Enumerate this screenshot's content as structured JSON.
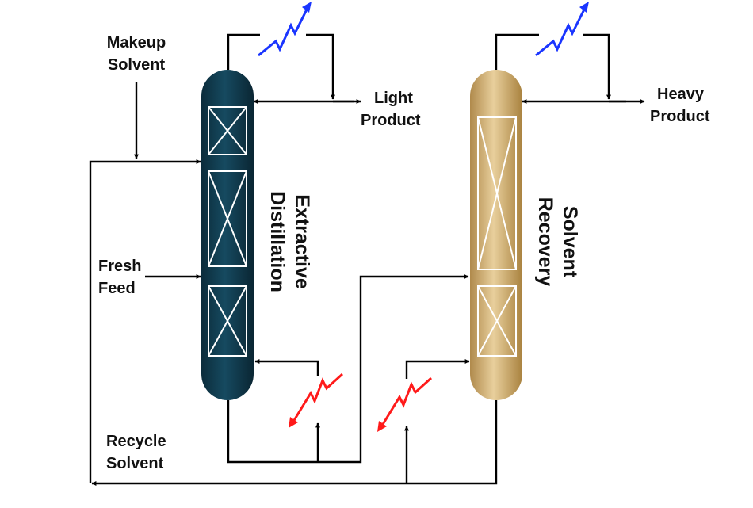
{
  "colors": {
    "extractive_column": "#0f3a4d",
    "recovery_column": "#c9a66b",
    "condenser": "#1a35ff",
    "reboiler": "#ff1a1a",
    "line": "#000000"
  },
  "labels": {
    "makeup_solvent": [
      "Makeup",
      "Solvent"
    ],
    "fresh_feed": [
      "Fresh",
      "Feed"
    ],
    "recycle_solvent": [
      "Recycle",
      "Solvent"
    ],
    "light_product": [
      "Light",
      "Product"
    ],
    "heavy_product": [
      "Heavy",
      "Product"
    ],
    "extractive_distillation": [
      "Extractive",
      "Distillation"
    ],
    "solvent_recovery": [
      "Solvent",
      "Recovery"
    ]
  },
  "icons": {
    "condenser": "heat-exchanger-cooling-icon",
    "reboiler": "heat-exchanger-heating-icon"
  }
}
